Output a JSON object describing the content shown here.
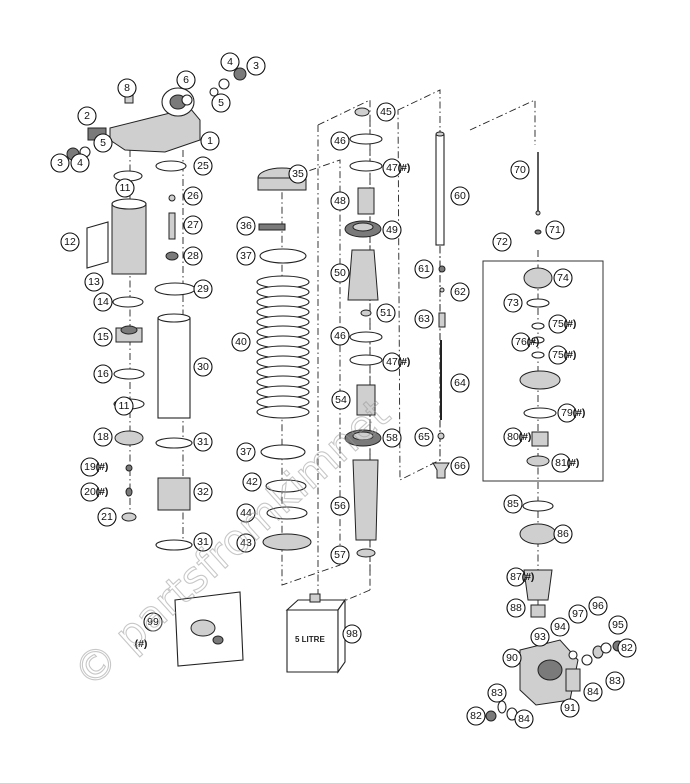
{
  "watermark": "© partsfromkimnet",
  "canister_label": "5 LITRE",
  "callouts": [
    {
      "id": "c1",
      "label": "1"
    },
    {
      "id": "c2",
      "label": "2"
    },
    {
      "id": "c3a",
      "label": "3"
    },
    {
      "id": "c3b",
      "label": "3"
    },
    {
      "id": "c4a",
      "label": "4"
    },
    {
      "id": "c4b",
      "label": "4"
    },
    {
      "id": "c5a",
      "label": "5"
    },
    {
      "id": "c5b",
      "label": "5"
    },
    {
      "id": "c6",
      "label": "6"
    },
    {
      "id": "c8",
      "label": "8"
    },
    {
      "id": "c11a",
      "label": "11"
    },
    {
      "id": "c11b",
      "label": "11"
    },
    {
      "id": "c12",
      "label": "12"
    },
    {
      "id": "c13",
      "label": "13"
    },
    {
      "id": "c14",
      "label": "14"
    },
    {
      "id": "c15",
      "label": "15"
    },
    {
      "id": "c16",
      "label": "16"
    },
    {
      "id": "c18",
      "label": "18"
    },
    {
      "id": "c19",
      "label": "19",
      "hash": "(#)"
    },
    {
      "id": "c20",
      "label": "20",
      "hash": "(#)"
    },
    {
      "id": "c21",
      "label": "21"
    },
    {
      "id": "c25",
      "label": "25"
    },
    {
      "id": "c26",
      "label": "26"
    },
    {
      "id": "c27",
      "label": "27"
    },
    {
      "id": "c28",
      "label": "28"
    },
    {
      "id": "c29",
      "label": "29"
    },
    {
      "id": "c30",
      "label": "30"
    },
    {
      "id": "c31a",
      "label": "31"
    },
    {
      "id": "c31b",
      "label": "31"
    },
    {
      "id": "c32",
      "label": "32"
    },
    {
      "id": "c35",
      "label": "35"
    },
    {
      "id": "c36",
      "label": "36"
    },
    {
      "id": "c37a",
      "label": "37"
    },
    {
      "id": "c37b",
      "label": "37"
    },
    {
      "id": "c40",
      "label": "40"
    },
    {
      "id": "c42",
      "label": "42"
    },
    {
      "id": "c43",
      "label": "43"
    },
    {
      "id": "c44",
      "label": "44"
    },
    {
      "id": "c45",
      "label": "45"
    },
    {
      "id": "c46a",
      "label": "46"
    },
    {
      "id": "c46b",
      "label": "46"
    },
    {
      "id": "c47a",
      "label": "47",
      "hash": "(#)"
    },
    {
      "id": "c47b",
      "label": "47",
      "hash": "(#)"
    },
    {
      "id": "c48",
      "label": "48"
    },
    {
      "id": "c49",
      "label": "49"
    },
    {
      "id": "c50",
      "label": "50"
    },
    {
      "id": "c51",
      "label": "51"
    },
    {
      "id": "c54",
      "label": "54"
    },
    {
      "id": "c56",
      "label": "56"
    },
    {
      "id": "c57",
      "label": "57"
    },
    {
      "id": "c58",
      "label": "58"
    },
    {
      "id": "c60",
      "label": "60"
    },
    {
      "id": "c61",
      "label": "61"
    },
    {
      "id": "c62",
      "label": "62"
    },
    {
      "id": "c63",
      "label": "63"
    },
    {
      "id": "c64",
      "label": "64"
    },
    {
      "id": "c65",
      "label": "65"
    },
    {
      "id": "c66",
      "label": "66"
    },
    {
      "id": "c70",
      "label": "70"
    },
    {
      "id": "c71",
      "label": "71"
    },
    {
      "id": "c72",
      "label": "72"
    },
    {
      "id": "c73",
      "label": "73"
    },
    {
      "id": "c74",
      "label": "74"
    },
    {
      "id": "c75a",
      "label": "75",
      "hash": "(#)"
    },
    {
      "id": "c75b",
      "label": "75",
      "hash": "(#)"
    },
    {
      "id": "c76",
      "label": "76",
      "hash": "(#)"
    },
    {
      "id": "c79",
      "label": "79",
      "hash": "(#)"
    },
    {
      "id": "c80",
      "label": "80",
      "hash": "(#)"
    },
    {
      "id": "c81",
      "label": "81",
      "hash": "(#)"
    },
    {
      "id": "c82a",
      "label": "82"
    },
    {
      "id": "c82b",
      "label": "82"
    },
    {
      "id": "c83a",
      "label": "83"
    },
    {
      "id": "c83b",
      "label": "83"
    },
    {
      "id": "c84a",
      "label": "84"
    },
    {
      "id": "c84b",
      "label": "84"
    },
    {
      "id": "c85",
      "label": "85"
    },
    {
      "id": "c86",
      "label": "86"
    },
    {
      "id": "c87",
      "label": "87",
      "hash": "(#)"
    },
    {
      "id": "c88",
      "label": "88"
    },
    {
      "id": "c90",
      "label": "90"
    },
    {
      "id": "c91",
      "label": "91"
    },
    {
      "id": "c93",
      "label": "93"
    },
    {
      "id": "c94",
      "label": "94"
    },
    {
      "id": "c95",
      "label": "95"
    },
    {
      "id": "c96",
      "label": "96"
    },
    {
      "id": "c97",
      "label": "97"
    },
    {
      "id": "c98",
      "label": "98"
    },
    {
      "id": "c99",
      "label": "99",
      "hash": "(#)"
    }
  ]
}
